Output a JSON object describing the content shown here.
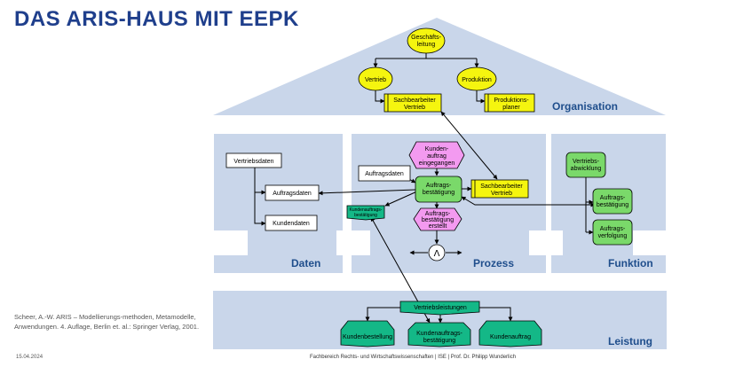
{
  "title": "DAS ARIS-HAUS MIT EEPK",
  "sections": {
    "organisation": "Organisation",
    "daten": "Daten",
    "prozess": "Prozess",
    "funktion": "Funktion",
    "leistung": "Leistung"
  },
  "organisation": {
    "geschaeftsleitung": [
      "Geschäfts-",
      "leitung"
    ],
    "vertrieb": "Vertrieb",
    "produktion": "Produktion",
    "sachbearbeiter_vertrieb": [
      "Sachbearbeiter",
      "Vertrieb"
    ],
    "produktionsplaner": [
      "Produktions-",
      "planer"
    ]
  },
  "daten": {
    "vertriebsdaten": "Vertriebsdaten",
    "auftragsdaten": "Auftragsdaten",
    "kundendaten": "Kundendaten"
  },
  "prozess": {
    "kundenauftrag_eingegangen": [
      "Kunden-",
      "auftrag",
      "eingegangen"
    ],
    "auftragsdaten": "Auftragsdaten",
    "auftragsbestaetigung": [
      "Auftrags-",
      "bestätigung"
    ],
    "sachbearbeiter_vertrieb": [
      "Sachbearbeiter",
      "Vertrieb"
    ],
    "kundenauftragsbestaetigung_small": [
      "Kundenauftrags-",
      "bestätigung"
    ],
    "auftragsbestaetigung_erstellt": [
      "Auftrags-",
      "bestätigung",
      "erstellt"
    ],
    "and_operator": "Λ"
  },
  "funktion": {
    "vertriebsabwicklung": [
      "Vertriebs-",
      "abwicklung"
    ],
    "auftragsbestaetigung": [
      "Auftrags-",
      "bestätigung"
    ],
    "auftragsverfolgung": [
      "Auftrags-",
      "verfolgung"
    ]
  },
  "leistung": {
    "vertriebsleistungen": "Vertriebsleistungen",
    "kundenbestellung": "Kundenbestellung",
    "kundenauftragsbestaetigung": [
      "Kundenauftrags-",
      "bestätigung"
    ],
    "kundenauftrag": "Kundenauftrag"
  },
  "citation": "Scheer, A.-W. ARIS – Modellierungs-methoden, Metamodelle, Anwendungen. 4. Auflage, Berlin et. al.: Springer Verlag, 2001.",
  "date": "15.04.2024",
  "footer": "Fachbereich Rechts- und Wirtschaftswissenschaften | ISE | Prof. Dr. Philipp Wunderlich",
  "page_number": "",
  "colors": {
    "house": "#c9d6ea",
    "section_label": "#1f4e8c",
    "title": "#1f3f8c",
    "org_unit": "#f5f50f",
    "function": "#7ad96a",
    "event": "#f39af0",
    "output": "#14b887"
  }
}
